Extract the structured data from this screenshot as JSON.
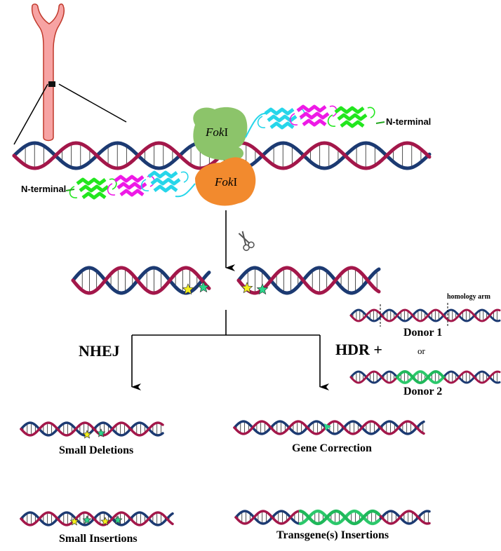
{
  "labels": {
    "n_terminal_right": "N-terminal",
    "n_terminal_left": "N-terminal",
    "fok_top_italic": "Fok",
    "fok_top_rest": "I",
    "fok_bottom_italic": "Fok",
    "fok_bottom_rest": "I",
    "nhej": "NHEJ",
    "hdr": "HDR +",
    "homology_arm": "homology arm",
    "donor1": "Donor 1",
    "or": "or",
    "donor2": "Donor 2",
    "small_deletions": "Small Deletions",
    "gene_correction": "Gene Correction",
    "small_insertions": "Small Insertions",
    "transgene_insertions": "Transgene(s) Insertions"
  },
  "colors": {
    "dna_strand_a": "#a3174a",
    "dna_strand_b": "#1c3a72",
    "chromosome_fill": "#f7a3a3",
    "chromosome_stroke": "#c0392b",
    "fok_top": "#8cc46a",
    "fok_bottom": "#f28a2e",
    "zinc_finger_green": "#22e61e",
    "zinc_finger_magenta": "#ee19e6",
    "zinc_finger_cyan": "#26d6ea",
    "transgene_green": "#2ed66a",
    "star_yellow": "#f5f01c",
    "star_green": "#2bd68a"
  }
}
